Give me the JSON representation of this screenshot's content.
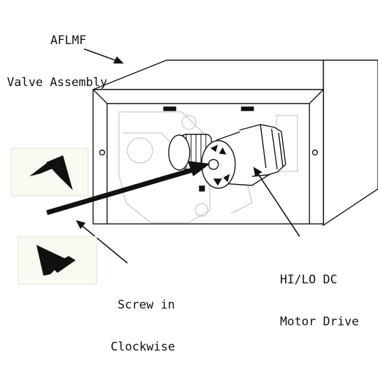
{
  "labels": {
    "assembly_line1": "AFLMF",
    "assembly_line2": "Valve Assembly",
    "motor_line1": "HI/LO DC",
    "motor_line2": "Motor Drive",
    "screw_line1": "Screw in",
    "screw_line2": "Clockwise"
  },
  "colors": {
    "ink": "#111111",
    "paper": "#ffffff",
    "panel": "#fafaf2"
  },
  "icons": {
    "upper": "arrow-up-right-icon",
    "lower": "arrow-down-right-icon"
  }
}
